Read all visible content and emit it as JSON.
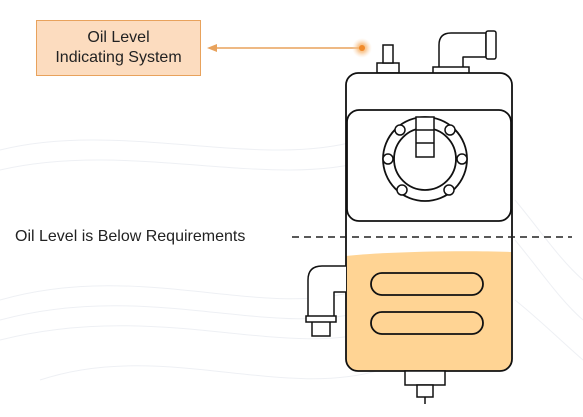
{
  "callout": {
    "line1": "Oil Level",
    "line2": "Indicating System"
  },
  "level_line": {
    "label": "Oil Level is Below Requirements"
  },
  "colors": {
    "oil_fill": "#ffd494",
    "callout_fill": "#fcdcbf",
    "callout_border": "#e8a25c",
    "pointer": "#e8a25c",
    "outline": "#111111"
  },
  "icons": {
    "pointer_dot": "glow-dot-icon",
    "arrow": "arrow-left-icon"
  }
}
